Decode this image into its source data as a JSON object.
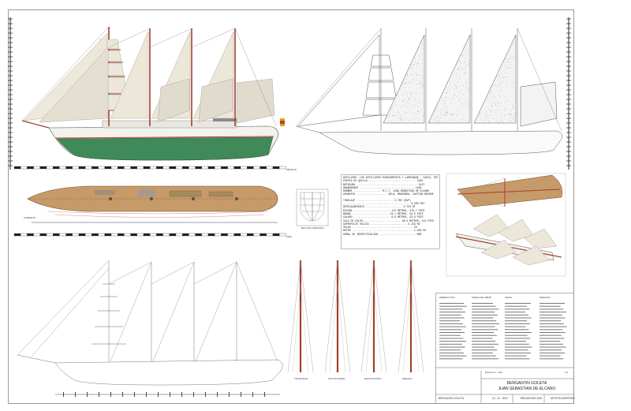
{
  "sheet": {
    "title_line1": "BERGANTIN GOLETA",
    "title_line2": "JUAN SEBASTIAN DE ELCANO",
    "scale": "ESCALA 1 : 200",
    "sheet_no": "1/1"
  },
  "spec_table": [
    "ASTILLERO: LOS ASTILLEROS ECHEVARRIETA Y LARRINAGA - CADIZ, ESPAÑA",
    "PUESTA DE QUILLA ............................... 1925",
    "BOTADURA ........................................ 1927",
    "ABANDERADO .................................... 1928",
    "NOMBRE .................. M.C.T. JUAN SEBASTIAN DE ELCANO",
    "APARATOS .................... VELA, MANIOBRA, CAPITÁN BRIDGE",
    "TONELAJE ........................ 3.700 (DWT)",
    "............................................ 3.500 PBT",
    "DESPLAZAMIENTO ........................ 3.754 BT",
    "ESLORA ........................ 113 METROS, 370,7 PIES",
    "MANGA ........................ 13,1 METROS, 43,0 PIES",
    "CALADO ........................ 6,9 METROS, 22,6 PIES",
    "CALA DE PALOS ........................ 46,5 METROS, 144 PIES",
    "SUPERFICIE VELICA ........................ 3.153 M2",
    "VELAS ........................................ 20",
    "MOTOR ........................................ 1.500 HP",
    "SEÑAL DE IDENTIFICACIÓN ........................ MEB"
  ],
  "scale_bars": {
    "metres": "METROS",
    "feet": "PIES"
  },
  "views": {
    "midship_label": "SECCIÓN MAESTRA",
    "deck_plan_label": "CUBIERTA",
    "mast_labels": [
      "TRINQUETE",
      "MAYOR PROEL",
      "MAYOR POPEL",
      "MESANA"
    ]
  },
  "legend_headers": [
    "APAREJO FIJO",
    "JARCIA DE LABOR",
    "VELAS",
    "PERCHAS"
  ],
  "footer": {
    "drawn_by": "BERGANTIN GOLETA",
    "date": "10 - 12 - 2020",
    "revision": "BRIGANTINA 2000",
    "publisher": "ARTISTA SUPERIOR"
  },
  "colors": {
    "hull_green": "#3f8a58",
    "hull_white": "#f2f2ee",
    "boot_red": "#c23a2a",
    "sail": "#ece7d9",
    "spar": "#a0432b",
    "deck": "#c79a6a",
    "line": "#555555"
  }
}
